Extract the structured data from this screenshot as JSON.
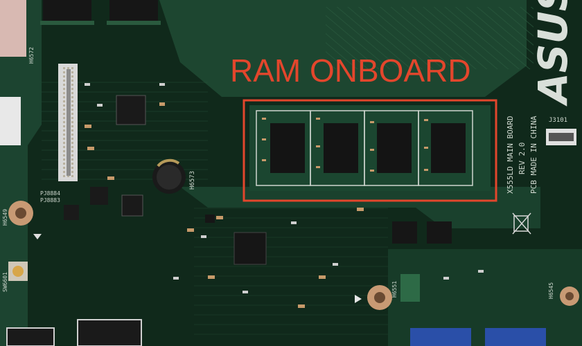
{
  "photo": {
    "subject": "laptop-motherboard",
    "brand_logo": "ASUS",
    "annotation": {
      "label": "RAM ONBOARD",
      "color": "#e3462c"
    },
    "silkscreen": {
      "board_line1": "X555LD MAIN BOARD",
      "board_line2": "REV 2.0",
      "board_line3": "PCB MADE IN CHINA",
      "ref_j3101": "J3101",
      "ref_h6573": "H6573",
      "ref_h6572": "H6572",
      "ref_h6549": "H6549",
      "ref_h6545": "H6545",
      "ref_h6551": "H6551",
      "ref_pj8884": "PJ8884",
      "ref_pj8883": "PJ8883",
      "ref_sw6601": "SW6601"
    },
    "colors": {
      "pcb_dark": "#10291b",
      "pcb_light": "#1f4a32",
      "chip": "#1a1a1a",
      "copper": "#c79a6a"
    }
  }
}
